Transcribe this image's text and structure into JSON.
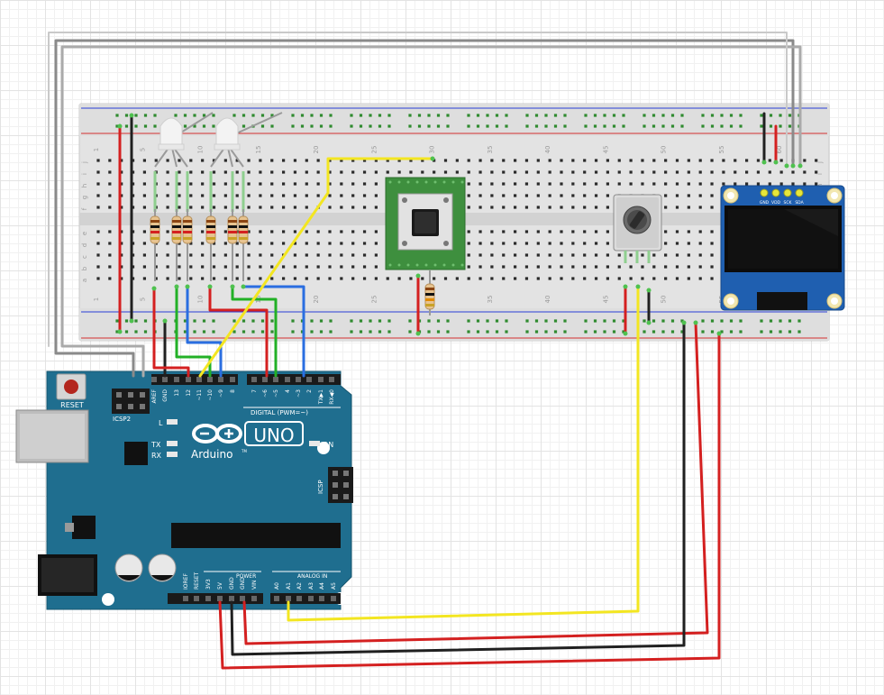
{
  "arduino": {
    "reset_label": "RESET",
    "icsp2_label": "ICSP2",
    "icsp_label": "ICSP",
    "logo_text": "Arduino",
    "logo_tm": "TM",
    "model_text": "UNO",
    "led_l": "L",
    "led_tx": "TX",
    "led_rx": "RX",
    "led_on": "ON",
    "digital_label": "DIGITAL (PWM=~)",
    "analog_label": "ANALOG IN",
    "power_label": "POWER",
    "digital_pins": [
      "AREF",
      "GND",
      "13",
      "12",
      "~11",
      "~10",
      "~9",
      "8",
      "7",
      "~6",
      "~5",
      "4",
      "~3",
      "2",
      "TX▶1",
      "RX◀0"
    ],
    "power_pins": [
      "IOREF",
      "RESET",
      "3V3",
      "5V",
      "GND",
      "GND",
      "VIN"
    ],
    "analog_pins": [
      "A0",
      "A1",
      "A2",
      "A3",
      "A4",
      "A5"
    ]
  },
  "oled": {
    "pins": [
      "GND",
      "VDD",
      "SCK",
      "SDA"
    ]
  },
  "breadboard": {
    "column_numbers": [
      "1",
      "5",
      "10",
      "15",
      "20",
      "25",
      "30",
      "35",
      "40",
      "45",
      "50",
      "55",
      "60"
    ],
    "row_letters_top": [
      "j",
      "i",
      "h",
      "g",
      "f"
    ],
    "row_letters_bottom": [
      "e",
      "d",
      "c",
      "b",
      "a"
    ]
  },
  "colors": {
    "board": "#1f6e8f",
    "wire_red": "#d42020",
    "wire_black": "#202020",
    "wire_yellow": "#f3e621",
    "wire_green": "#22b026",
    "wire_blue": "#2a6ee0",
    "wire_gray": "#8a8a8a",
    "pcb_green": "#3b8a3b"
  }
}
